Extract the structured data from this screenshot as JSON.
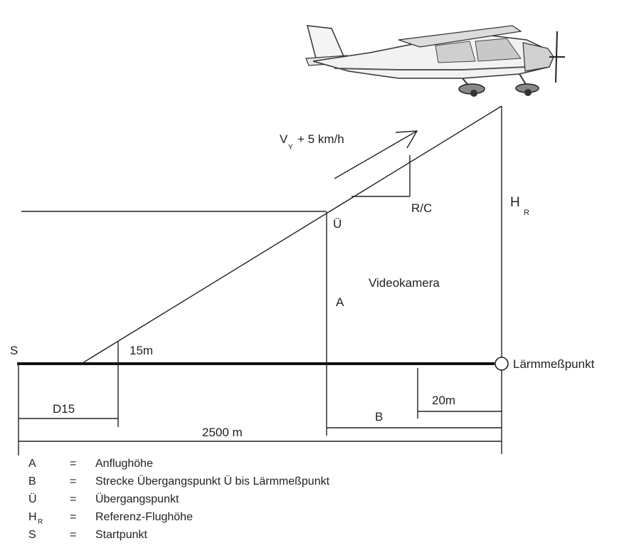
{
  "diagram": {
    "labels": {
      "start": "S",
      "transition": "Ü",
      "approach": "A",
      "height_15": "15m",
      "camera": "Videokamera",
      "speed_v": "V",
      "speed_sub": "Y",
      "speed_rest": "+ 5 km/h",
      "rc": "R/C",
      "ref_h": "H",
      "ref_h_sub": "R",
      "d15": "D15",
      "distance_total": "2500 m",
      "b": "B",
      "d20": "20m",
      "noise_point": "Lärmmeßpunkt"
    },
    "legend": [
      {
        "key": "A",
        "key_sub": "",
        "text": "Anflughöhe"
      },
      {
        "key": "B",
        "key_sub": "",
        "text": "Strecke Übergangspunkt Ü bis Lärmmeßpunkt"
      },
      {
        "key": "Ü",
        "key_sub": "",
        "text": "Übergangspunkt"
      },
      {
        "key": "H",
        "key_sub": "R",
        "text": "Referenz-Flughöhe"
      },
      {
        "key": "S",
        "key_sub": "",
        "text": "Startpunkt"
      }
    ],
    "legend_sep": "="
  }
}
